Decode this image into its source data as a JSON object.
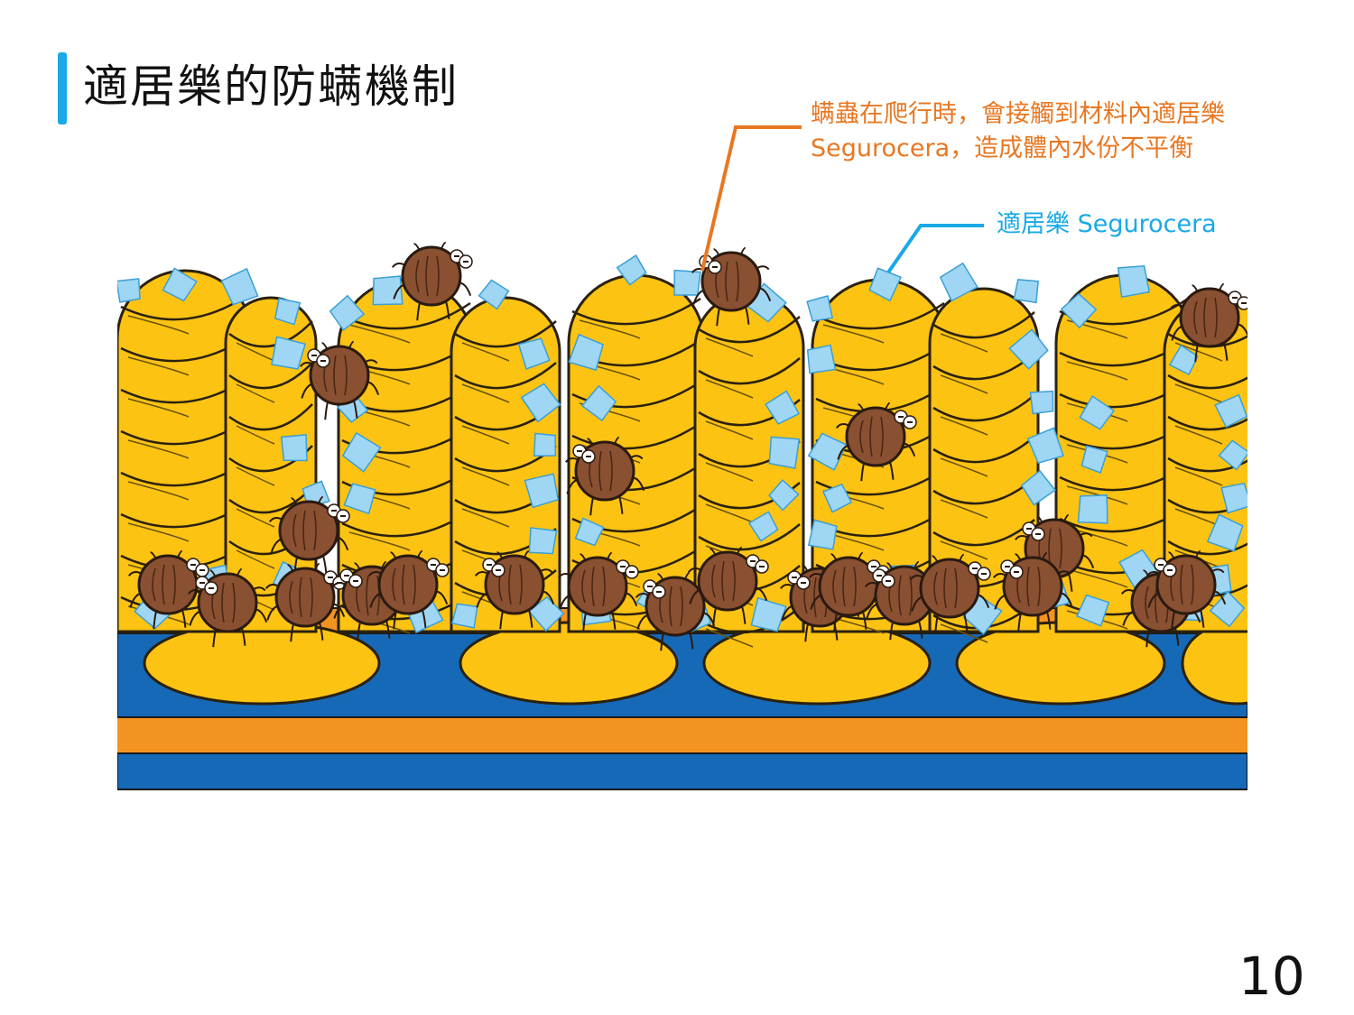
{
  "slide": {
    "title": "適居樂的防螨機制",
    "page_number": "10"
  },
  "callouts": {
    "mite_effect_line1": "螨蟲在爬行時，會接觸到材料內適居樂",
    "mite_effect_line2": "Segurocera，造成體內水份不平衡",
    "segurocera_label": "適居樂 Segurocera"
  },
  "colors": {
    "title_accent": "#1aa9e6",
    "callout_orange": "#e87722",
    "callout_blue": "#1aa9e6",
    "fiber_yellow": "#fcc313",
    "layer_orange": "#f39321",
    "layer_blue": "#1669b7",
    "crystal_blue": "#9fd6f3",
    "mite_brown": "#8a5032"
  }
}
